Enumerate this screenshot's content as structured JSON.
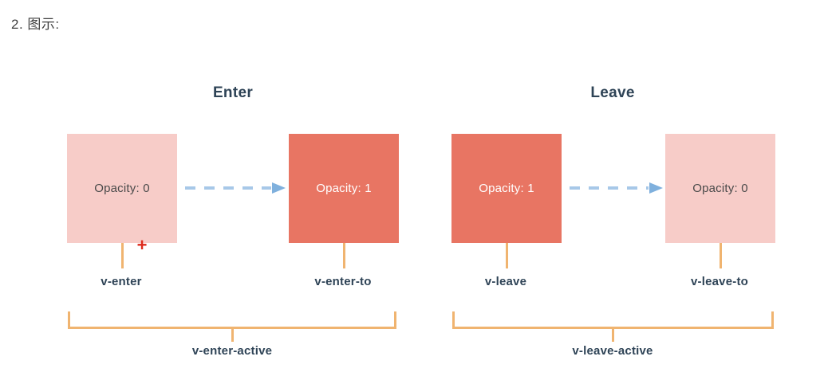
{
  "page": {
    "heading": "2. 图示:",
    "background": "#ffffff"
  },
  "colors": {
    "pale_box": "#f7ccc8",
    "solid_box": "#e87563",
    "arrow": "#a7c8e8",
    "arrow_head": "#7fb0dd",
    "bracket": "#f0b470",
    "label_text": "#2e4356",
    "plus_mark": "#dd2b1c"
  },
  "diagram": {
    "sections": [
      {
        "title": "Enter",
        "bracket_label": "v-enter-active"
      },
      {
        "title": "Leave",
        "bracket_label": "v-leave-active"
      }
    ],
    "boxes": [
      {
        "text": "Opacity: 0",
        "style": "pale",
        "class_label": "v-enter"
      },
      {
        "text": "Opacity: 1",
        "style": "solid",
        "class_label": "v-enter-to"
      },
      {
        "text": "Opacity: 1",
        "style": "solid",
        "class_label": "v-leave"
      },
      {
        "text": "Opacity: 0",
        "style": "pale",
        "class_label": "v-leave-to"
      }
    ],
    "annotations": [
      {
        "mark": "+",
        "target": "v-enter"
      }
    ]
  }
}
